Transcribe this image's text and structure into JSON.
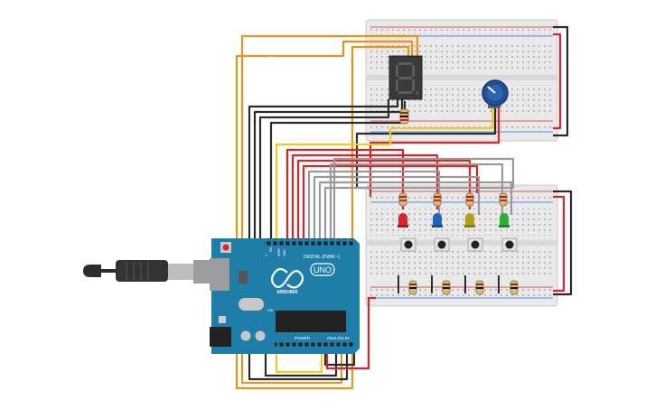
{
  "board": {
    "logo": "UNO",
    "brand": "ARDUINO",
    "digital_label": "DIGITAL (PWM ~)",
    "power_label": "POWER",
    "analog_label": "ANALOG IN",
    "tx_label": "TX",
    "rx_label": "RX",
    "on_label": "ON",
    "l_label": "L",
    "aref_label": "AREF",
    "gnd_label": "GND"
  },
  "display": {
    "digit": "8"
  },
  "colors": {
    "orange": "#e8951f",
    "black": "#2b2b2b",
    "red": "#d9252a",
    "yellow": "#f2cc1a",
    "gray": "#9a9a9a",
    "board": "#1f7ea8",
    "led_red": "#d8262a",
    "led_blue": "#1f64b5",
    "led_yellow": "#b8a016",
    "led_green": "#2fae3b"
  },
  "icons": [
    "usb-cable-icon",
    "potentiometer-icon",
    "seven-segment-display-icon",
    "pushbutton-icon",
    "resistor-icon",
    "led-icon"
  ]
}
